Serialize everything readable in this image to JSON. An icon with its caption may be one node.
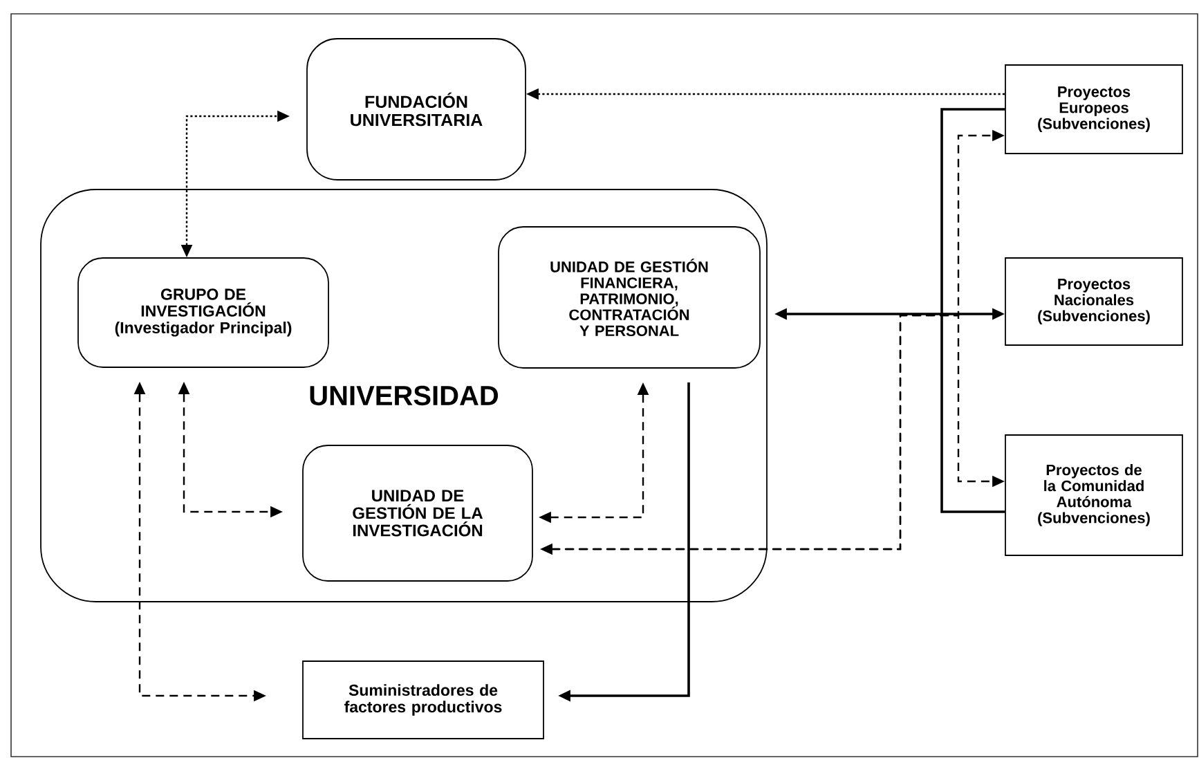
{
  "diagram": {
    "nodes": [
      {
        "text": [
          "FUNDACIÓN UNIVERSITARIA"
        ]
      },
      {
        "text": [
          "UNIVERSIDAD"
        ]
      },
      {
        "text": [
          "GRUPO DE INVESTIGACIÓN",
          "(Investigador Principal)"
        ],
        "in": 1
      },
      {
        "text": [
          "UNIDAD DE GESTIÓN FINANCIERA, PATRIMONIO, CONTRATACIÓN Y PERSONAL"
        ],
        "in": 1
      },
      {
        "text": [
          "UNIDAD DE GESTIÓN DE LA INVESTIGACIÓN"
        ],
        "in": 1
      },
      {
        "text": [
          "Suministradores de factores productivos"
        ]
      },
      {
        "text": [
          "Proyectos Europeos (Subvenciones)"
        ]
      },
      {
        "text": [
          "Proyectos Nacionales (Subvenciones)"
        ]
      },
      {
        "text": [
          "Proyectos de la Comunidad Autónoma (Subvenciones)"
        ]
      }
    ],
    "edges": [
      {
        "from": 6,
        "to": 0,
        "arrow": "to",
        "style": "dashed"
      },
      {
        "from": 2,
        "to": 0,
        "arrow": "both",
        "style": "dashed"
      },
      {
        "from": 3,
        "to": 7,
        "arrow": "both"
      },
      {
        "from": 3,
        "to": 5,
        "arrow": "to"
      },
      {
        "from": 6,
        "to": 8,
        "arrow": "none"
      },
      {
        "from": 4,
        "to": 6,
        "arrow": "both",
        "style": "dashed"
      },
      {
        "from": 4,
        "to": 8,
        "arrow": "to",
        "style": "dashed"
      },
      {
        "from": 2,
        "to": 4,
        "arrow": "both",
        "style": "dashed"
      },
      {
        "from": 3,
        "to": 4,
        "arrow": "both",
        "style": "dashed"
      },
      {
        "from": 2,
        "to": 5,
        "arrow": "both",
        "style": "dashed"
      }
    ]
  }
}
